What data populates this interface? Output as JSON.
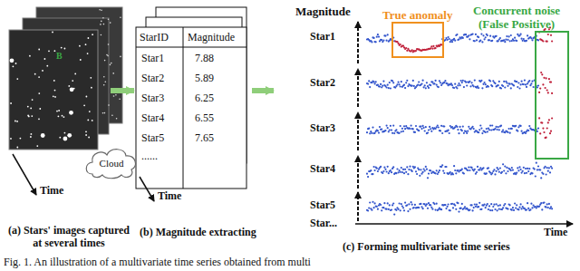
{
  "diagram": {
    "caption": "Fig. 1.   An illustration of a multivariate time series obtained from multi",
    "nodes": [
      {
        "text": [
          "Cloud"
        ]
      },
      {
        "text": [
          "True anomaly"
        ]
      },
      {
        "text": [
          "Concurrent noise (False Positive)"
        ]
      }
    ],
    "labels": [
      "B",
      "Time",
      "StarID",
      "Magnitude",
      "Star1",
      "7.88",
      "Star2",
      "5.89",
      "Star3",
      "6.25",
      "Star4",
      "6.55",
      "Star5",
      "7.65",
      "......",
      "Time",
      "Magnitude",
      "Star1",
      "Star2",
      "Star3",
      "Star4",
      "Star5",
      "Star...",
      "Time",
      "(a) Stars' images captured at several times",
      "(b) Magnitude extracting",
      "(c) Forming multivariate time series"
    ]
  }
}
